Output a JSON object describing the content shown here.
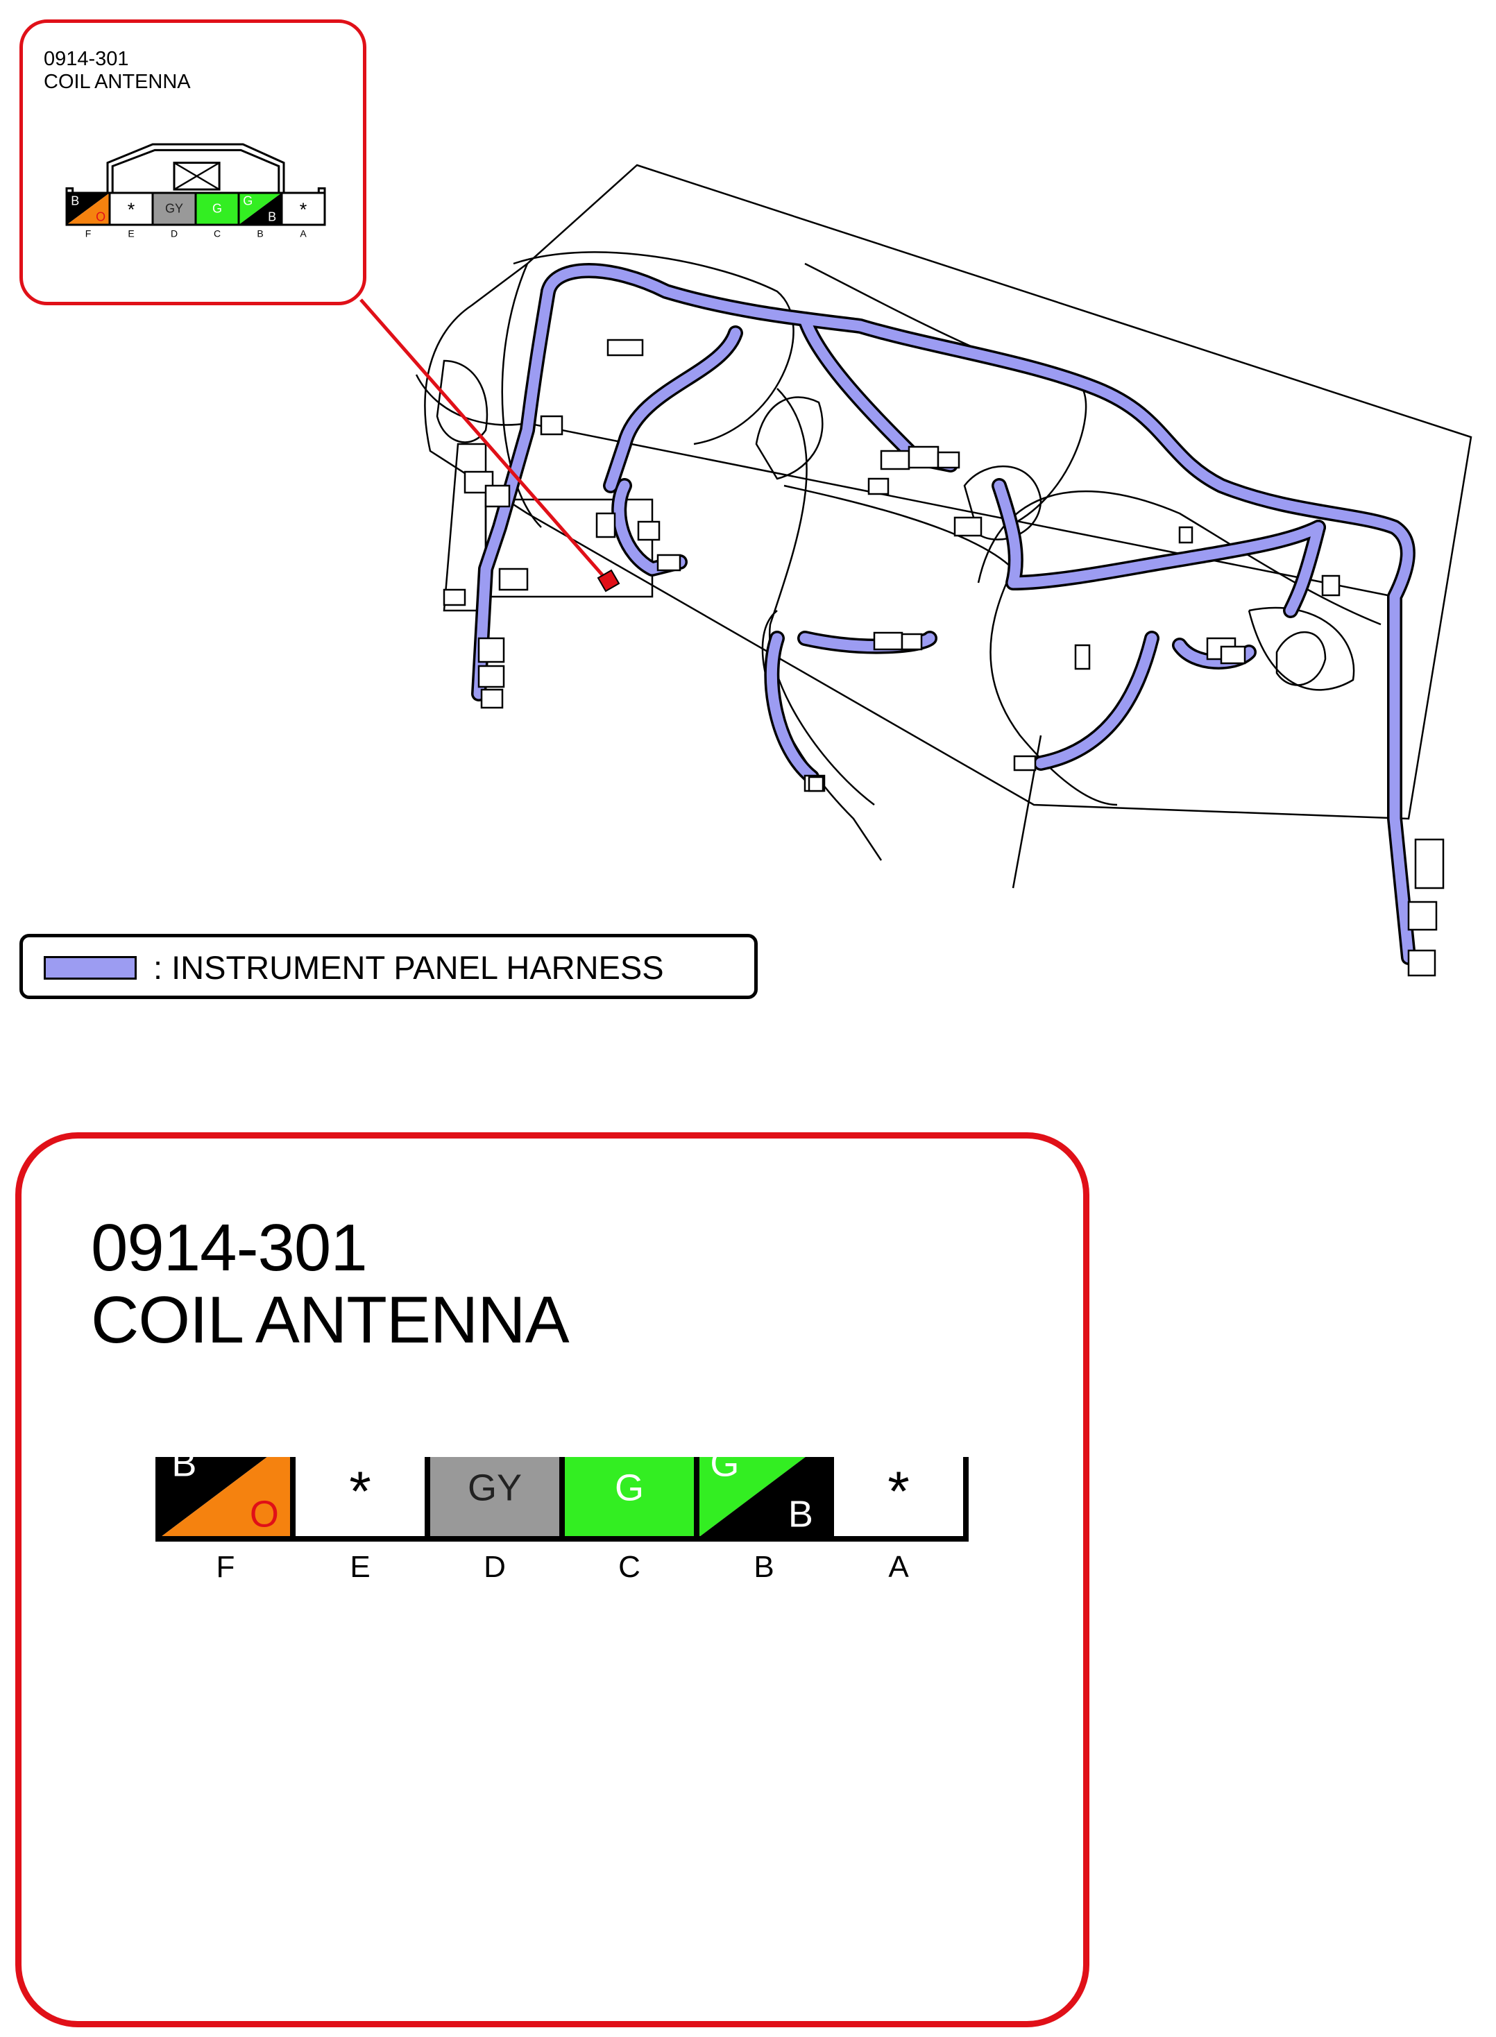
{
  "connector": {
    "code": "0914-301",
    "name": "COIL ANTENNA"
  },
  "legend": {
    "swatch_color": "#9c9cf2",
    "label": ": INSTRUMENT PANEL HARNESS"
  },
  "callout_color": "#e01018",
  "terminals": [
    {
      "letter": "F",
      "wire_top": "B",
      "wire_bottom": "O",
      "split": true,
      "top_color": "#000000",
      "bottom_color": "#f5820f",
      "top_text_color": "#ffffff",
      "bottom_text_color": "#e01018"
    },
    {
      "letter": "E",
      "wire": "*",
      "empty": true
    },
    {
      "letter": "D",
      "wire": "GY",
      "color": "#999999"
    },
    {
      "letter": "C",
      "wire": "G",
      "color": "#33ee22"
    },
    {
      "letter": "B",
      "wire_top": "G",
      "wire_bottom": "B",
      "split": true,
      "top_color": "#33ee22",
      "bottom_color": "#000000",
      "top_text_color": "#ffffff",
      "bottom_text_color": "#ffffff"
    },
    {
      "letter": "A",
      "wire": "*",
      "empty": true
    }
  ]
}
